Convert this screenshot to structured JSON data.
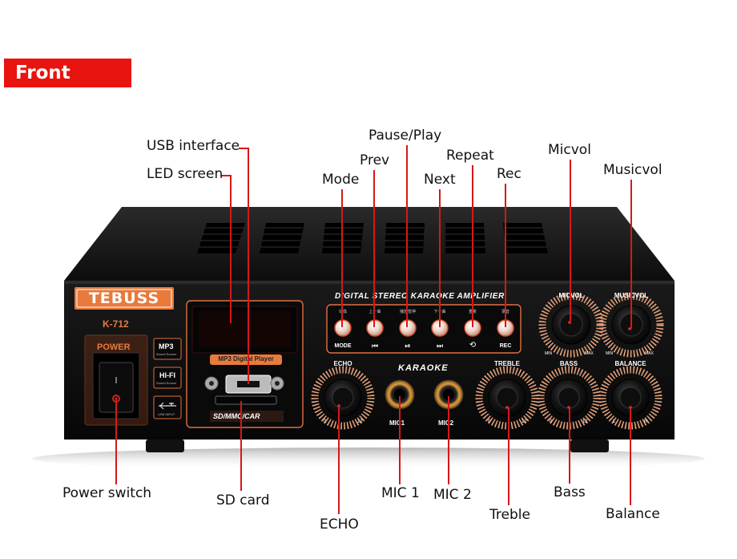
{
  "header": {
    "title": "Front panel"
  },
  "device": {
    "brand": "TEBUSS",
    "model": "K-712",
    "power_label": "POWER",
    "badges": {
      "mp3": "MP3",
      "mp3_sub": "Sound Source",
      "hifi": "HI-FI",
      "hifi_sub": "Sound Source",
      "usb_sub": "USB INPUT"
    },
    "title_strip": "DIGITAL STEREO KARAOKE AMPLIFIER",
    "player_label": "MP3 Digital Player",
    "card_label": "SD/MMC/CAR",
    "karaoke_label": "KARAOKE",
    "buttons_cn": [
      "切換",
      "上一曲",
      "播放暂停",
      "下一曲",
      "重复",
      "录音"
    ],
    "buttons_en": [
      "MODE",
      "⏮",
      "⏯",
      "⏭",
      "⟲",
      "REC"
    ],
    "knobs": {
      "micvol": {
        "label": "MICVOL",
        "min": "MIN",
        "max": "MAX"
      },
      "musicvol": {
        "label": "MUSICVOL",
        "min": "MIN",
        "max": "MAX"
      },
      "echo": {
        "label": "ECHO",
        "min": "0",
        "max": "12"
      },
      "treble": {
        "label": "TREBLE",
        "min": "0",
        "max": "12"
      },
      "bass": {
        "label": "BASS",
        "min": "0",
        "max": "12"
      },
      "balance": {
        "label": "BALANCE",
        "min": "L",
        "max": "R"
      }
    },
    "jacks": [
      "MIC1",
      "MIC2"
    ]
  },
  "callouts": {
    "usb_interface": "USB interface",
    "led_screen": "LED screen",
    "mode": "Mode",
    "prev": "Prev",
    "pause_play": "Pause/Play",
    "next": "Next",
    "repeat": "Repeat",
    "rec": "Rec",
    "micvol": "Micvol",
    "musicvol": "Musicvol",
    "power_switch": "Power switch",
    "sd_card": "SD card",
    "mic1": "MIC 1",
    "mic2": "MIC 2",
    "echo": "ECHO",
    "treble": "Treble",
    "bass": "Bass",
    "balance": "Balance"
  },
  "colors": {
    "badge_red": "#e8140f",
    "leader_red": "#d61818",
    "accent_orange": "#e87a3c",
    "chassis": "#111111"
  }
}
